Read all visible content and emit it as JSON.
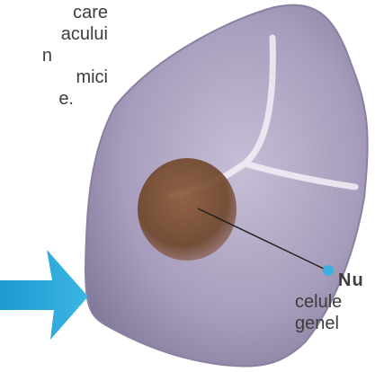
{
  "left_caption_lines": [
    "care",
    "acului",
    "n",
    "mici",
    "e."
  ],
  "right_caption_lines": [
    "Nu",
    "celule",
    "genel"
  ],
  "colors": {
    "cell_body": "#a79cbc",
    "nucleus": "#7a4a2a",
    "arrow": "#2aa4d6",
    "pointer_dot": "#3ab0df",
    "text": "#3d3d3d"
  }
}
